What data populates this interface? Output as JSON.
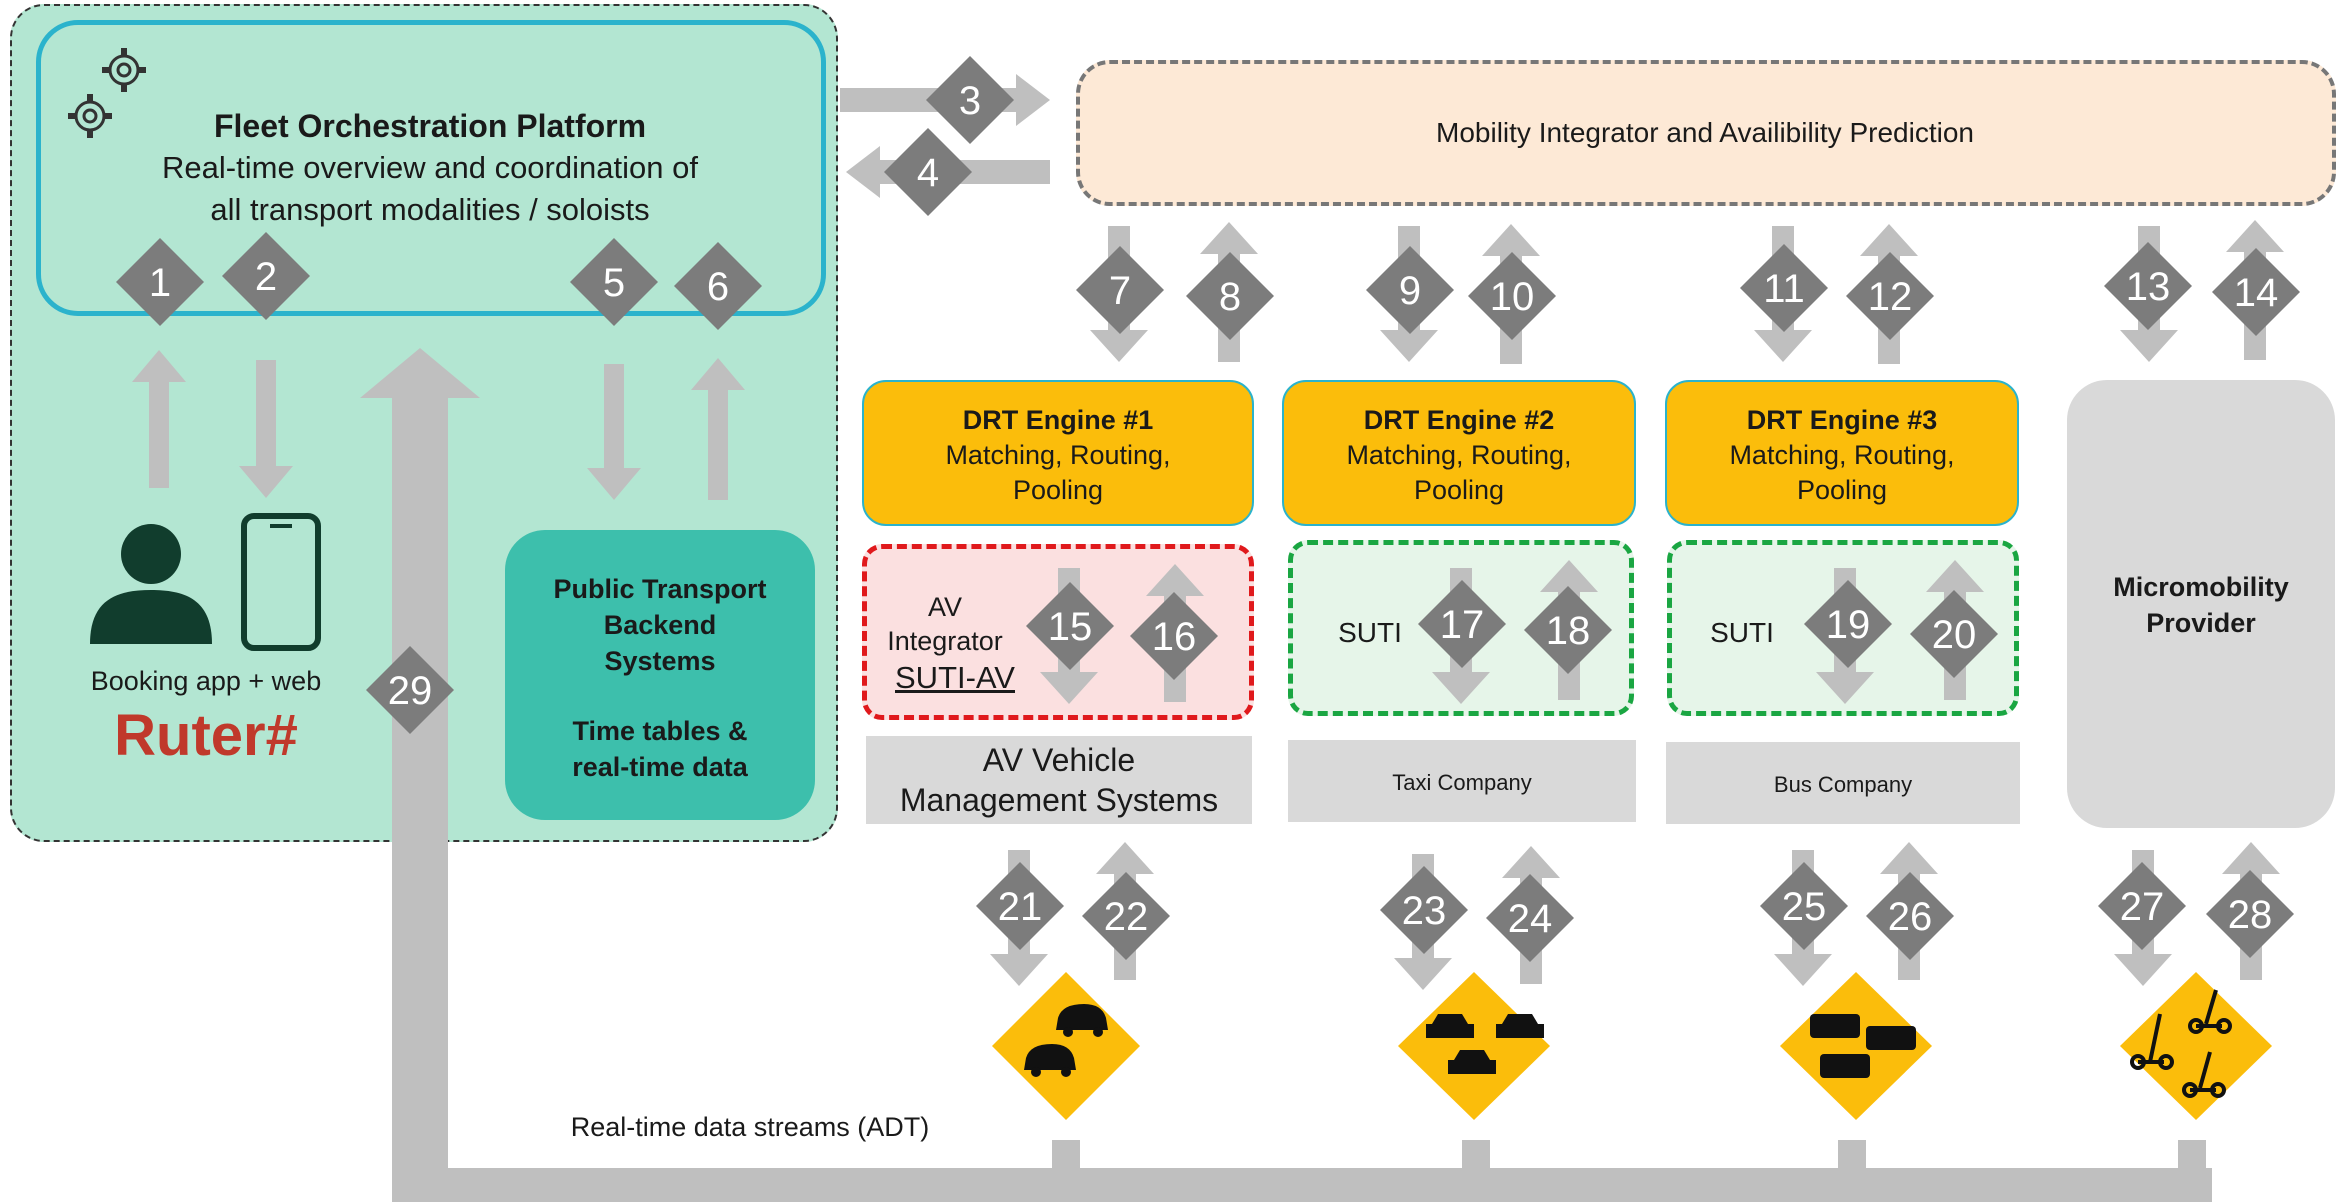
{
  "palette": {
    "fleet_bg": "#b3e6d2",
    "fleet_inner_border": "#2bb3cc",
    "integrator_bg": "#fde9d6",
    "drt_engine": "#fbbd0b",
    "av_integrator_bg": "#fbe0e0",
    "av_integrator_border": "#e0191c",
    "suti_bg": "#e6f5e9",
    "suti_border": "#1aa642",
    "company_box": "#d9d9d9",
    "diamond": "#7c7c7c",
    "arrow": "#bfbfbf",
    "pt_backend": "#3dbfac",
    "ruter_red": "#c0392b",
    "vehicle_tile": "#fbbd0b"
  },
  "fleet_platform": {
    "title": "Fleet Orchestration Platform",
    "subtitle_line1": "Real-time overview and coordination of",
    "subtitle_line2": "all transport modalities / soloists",
    "icon": "gears-icon"
  },
  "booking": {
    "label": "Booking app + web",
    "brand": "Ruter#",
    "user_icon": "user-icon",
    "phone_icon": "smartphone-icon"
  },
  "pt_backend": {
    "line1": "Public Transport",
    "line2": "Backend",
    "line3": "Systems",
    "line4": "Time tables &",
    "line5": "real-time data"
  },
  "mobility_integrator": {
    "label": "Mobility Integrator and Availibility Prediction"
  },
  "drt_engines": [
    {
      "title": "DRT Engine #1",
      "line1": "Matching, Routing,",
      "line2": "Pooling"
    },
    {
      "title": "DRT Engine #2",
      "line1": "Matching, Routing,",
      "line2": "Pooling"
    },
    {
      "title": "DRT Engine #3",
      "line1": "Matching, Routing,",
      "line2": "Pooling"
    }
  ],
  "av_integrator": {
    "line1": "AV",
    "line2": "Integrator",
    "line3": "SUTI-AV"
  },
  "suti_labels": [
    "SUTI",
    "SUTI"
  ],
  "companies": {
    "av": {
      "line1": "AV Vehicle",
      "line2": "Management Systems"
    },
    "taxi": "Taxi Company",
    "bus": "Bus Company"
  },
  "micromobility": {
    "line1": "Micromobility",
    "line2": "Provider"
  },
  "vehicle_icons": [
    "autonomous-car-icon",
    "taxi-car-icon",
    "bus-icon",
    "scooter-icon"
  ],
  "data_streams_label": "Real-time data streams (ADT)",
  "flow_numbers": [
    "1",
    "2",
    "3",
    "4",
    "5",
    "6",
    "7",
    "8",
    "9",
    "10",
    "11",
    "12",
    "13",
    "14",
    "15",
    "16",
    "17",
    "18",
    "19",
    "20",
    "21",
    "22",
    "23",
    "24",
    "25",
    "26",
    "27",
    "28",
    "29"
  ]
}
